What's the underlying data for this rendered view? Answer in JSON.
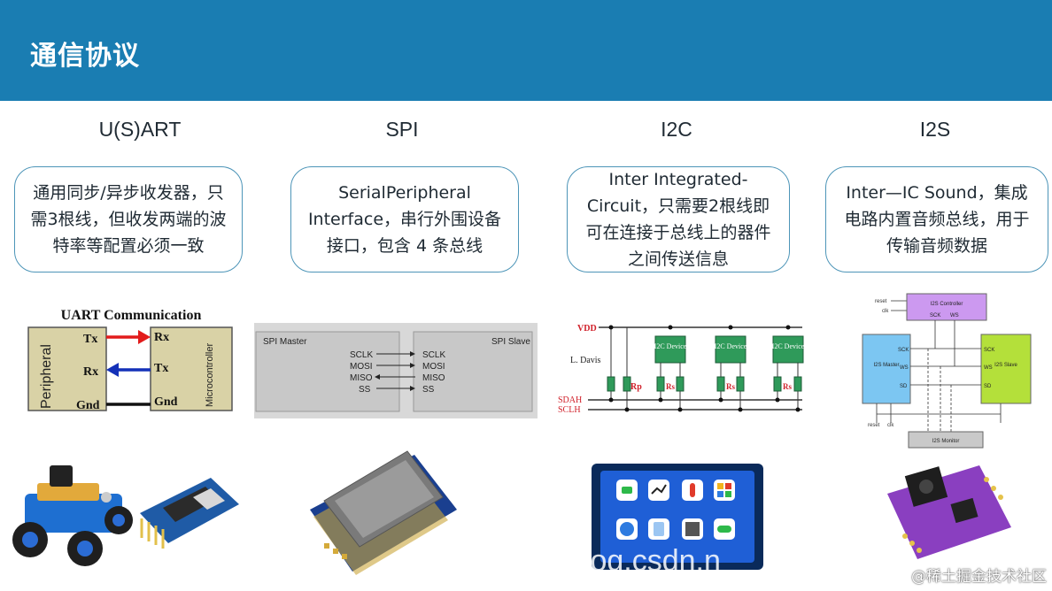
{
  "header": {
    "title": "通信协议"
  },
  "columns": [
    {
      "title": "U(S)ART",
      "desc": "通用同步/异步收发器，只需3根线，但收发两端的波特率等配置必须一致"
    },
    {
      "title": "SPI",
      "desc": "SerialPeripheral Interface，串行外围设备接口，包含 4 条总线"
    },
    {
      "title": "I2C",
      "desc": "Inter Integrated-Circuit，只需要2根线即可在连接于总线上的器件之间传送信息"
    },
    {
      "title": "I2S",
      "desc": "Inter—IC Sound，集成电路内置音频总线，用于传输音频数据"
    }
  ],
  "uart": {
    "heading": "UART Communication",
    "left_label": "Peripheral",
    "right_label": "Microcontroller",
    "pins_left": [
      "Tx",
      "Rx",
      "Gnd"
    ],
    "pins_right": [
      "Rx",
      "Tx",
      "Gnd"
    ]
  },
  "spi": {
    "master": "SPI Master",
    "slave": "SPI Slave",
    "signals": [
      "SCLK",
      "MOSI",
      "MISO",
      "SS"
    ]
  },
  "i2c": {
    "vdd": "VDD",
    "author": "L. Davis",
    "sda": "SDAH",
    "scl": "SCLH",
    "device": "I2C Device",
    "rp": "Rp",
    "rs": "Rs"
  },
  "i2s": {
    "controller": "I2S Controller",
    "master": "I2S Master",
    "slave": "I2S Slave",
    "monitor": "I2S Monitor",
    "sck": "SCK",
    "ws": "WS",
    "sd": "SD",
    "reset": "reset",
    "clk": "clk"
  },
  "watermark": {
    "text": "@稀土掘金技术社区",
    "faint": "blog.csdn.n"
  },
  "colors": {
    "header": "#1a7db2",
    "box_border": "#4d95b8",
    "i2c_red": "#d0202a",
    "i2c_green": "#2f9a5a",
    "i2s_purple": "#cc99f0",
    "i2s_blue": "#7cc6f2",
    "i2s_green": "#b4e03a"
  }
}
